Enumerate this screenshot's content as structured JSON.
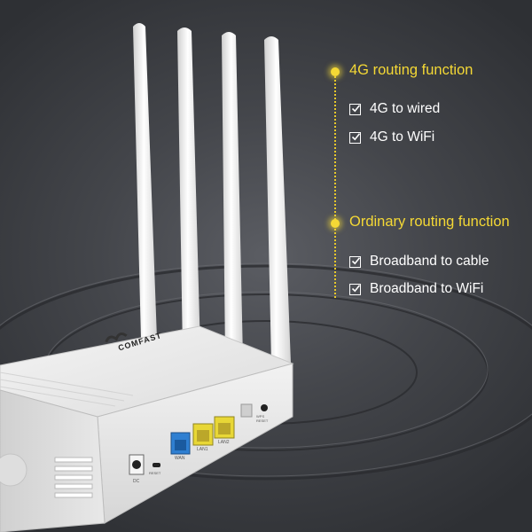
{
  "router": {
    "brand": "COMFAST",
    "ports": {
      "power": "DC",
      "reset": "RESET",
      "wan": "WAN",
      "lan1": "LAN1",
      "lan2": "LAN2",
      "wps": "WPS RESET"
    }
  },
  "features": {
    "groups": [
      {
        "heading": "4G routing function",
        "items": [
          "4G to wired",
          "4G to WiFi"
        ]
      },
      {
        "heading": "Ordinary routing function",
        "items": [
          "Broadband to cable",
          "Broadband to WiFi"
        ]
      }
    ]
  },
  "colors": {
    "accent": "#f4d835",
    "background": "#44464b",
    "router_body": "#ececec",
    "wan_port": "#2f7fd1",
    "lan_port": "#e8d736"
  },
  "icons": [
    "check-icon",
    "bullet-dot-icon",
    "antenna-icon",
    "ethernet-port-icon"
  ]
}
